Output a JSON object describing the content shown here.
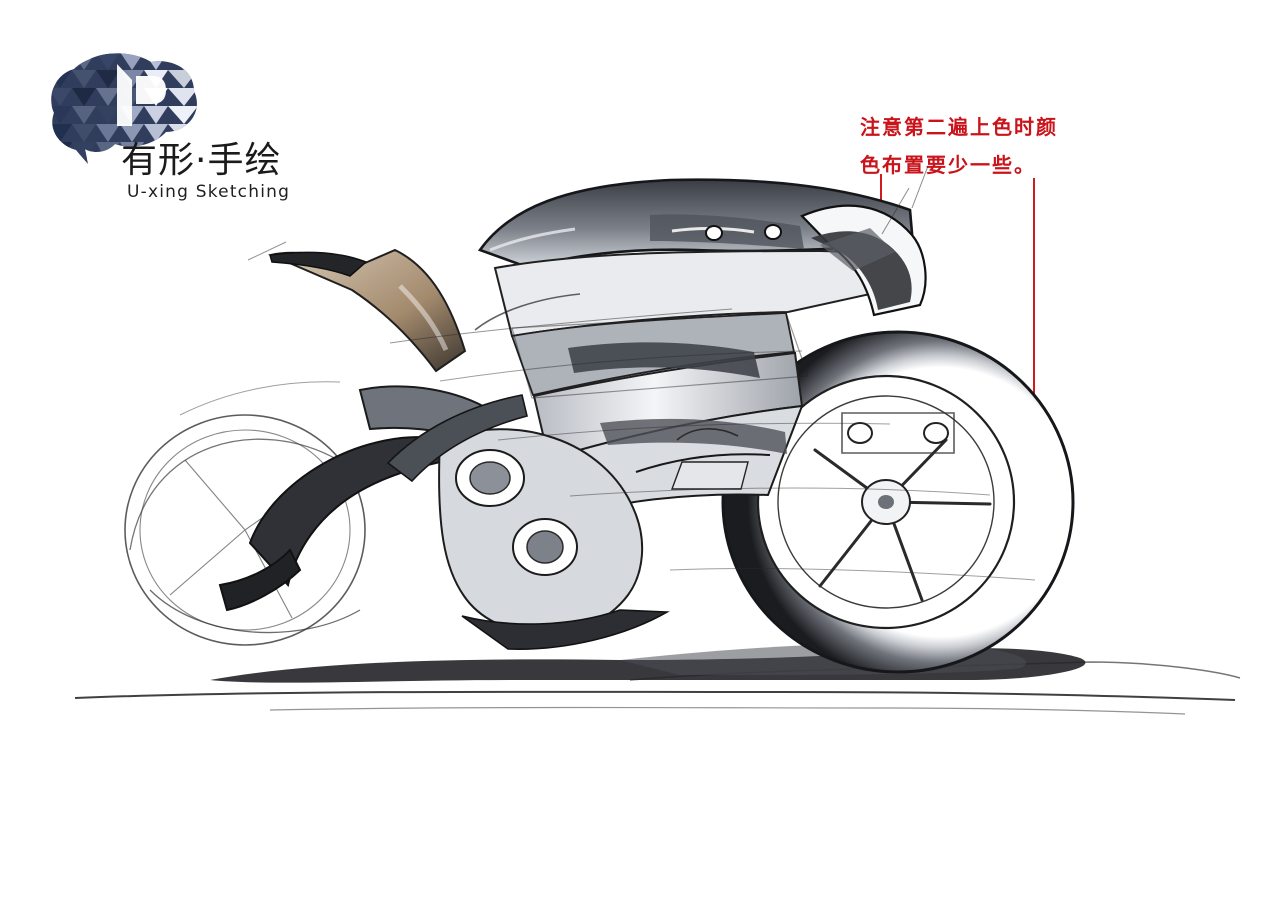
{
  "logo": {
    "chinese_text": "有形·手绘",
    "english_text": "U-xing Sketching",
    "mark_icon": "brain-speech-bubble-mosaic-icon",
    "mark_color": "#3d4a6c"
  },
  "annotation": {
    "line_1": "注意第二遍上色时颜",
    "line_2": "色布置要少一些。",
    "color": "#c8141a"
  },
  "illustration": {
    "icon": "motorcycle-sketch-icon",
    "palette": {
      "ink": "#1f1f1f",
      "marker_dark": "#5f636a",
      "marker_mid": "#9aa0a7",
      "marker_light": "#d5d8dd",
      "tan_accent": "#b79f83"
    }
  }
}
